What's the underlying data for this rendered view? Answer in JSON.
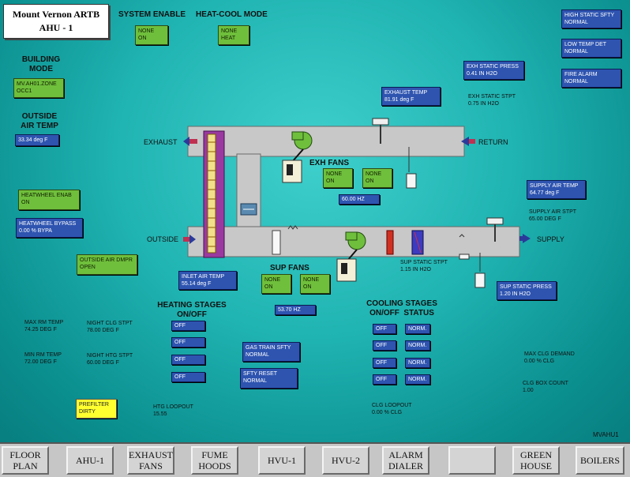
{
  "title": {
    "line1": "Mount Vernon ARTB",
    "line2": "AHU - 1"
  },
  "system_enable": {
    "label": "SYSTEM ENABLE",
    "line1": "NONE",
    "line2": "ON"
  },
  "heat_cool": {
    "label": "HEAT-COOL MODE",
    "line1": "NONE",
    "line2": "HEAT"
  },
  "building_mode": {
    "label1": "BUILDING",
    "label2": "MODE",
    "line1": "MV.AH01.ZONE",
    "line2": "OCC1"
  },
  "outside_air": {
    "label1": "OUTSIDE",
    "label2": "AIR TEMP",
    "value": "33.34 deg F"
  },
  "heatwheel_enab": {
    "line1": "HEATWHEEL ENAB",
    "line2": "ON"
  },
  "heatwheel_bypass": {
    "line1": "HEATWHEEL BYPASS",
    "line2": "0.00 % BYPA"
  },
  "oa_dmpr": {
    "line1": "OUTSIDE AIR DMPR",
    "line2": "OPEN"
  },
  "alarms": {
    "high_static": {
      "line1": "HIGH STATIC SFTY",
      "line2": "NORMAL"
    },
    "low_temp": {
      "line1": "LOW TEMP DET",
      "line2": "NORMAL"
    },
    "fire_alarm": {
      "line1": "FIRE ALARM",
      "line2": "NORMAL"
    }
  },
  "exh_static": {
    "line1": "EXH STATIC PRESS",
    "line2": "0.41 IN H2O",
    "stpt_label": "EXH STATIC STPT",
    "stpt_value": "0.75 IN H2O"
  },
  "exhaust_temp": {
    "line1": "EXHAUST TEMP",
    "line2": "81.91 deg F"
  },
  "duct_labels": {
    "exhaust": "EXHAUST",
    "return": "RETURN",
    "outside": "OUTSIDE",
    "supply": "SUPPLY"
  },
  "exh_fans": {
    "label": "EXH FANS",
    "a1": "NONE",
    "a2": "ON",
    "b1": "NONE",
    "b2": "ON",
    "hz": "60.00 HZ"
  },
  "supply_air": {
    "line1": "SUPPLY AIR TEMP",
    "line2": "64.77 deg F",
    "stpt_label": "SUPPLY AIR STPT",
    "stpt_value": "65.00 DEG F"
  },
  "inlet_air": {
    "line1": "INLET AIR TEMP",
    "line2": "55.14 deg F"
  },
  "sup_fans": {
    "label": "SUP FANS",
    "a1": "NONE",
    "a2": "ON",
    "b1": "NONE",
    "b2": "ON",
    "hz": "53.70 HZ"
  },
  "sup_static": {
    "stpt_label": "SUP STATIC STPT",
    "stpt_value": "1.15 IN H2O",
    "line1": "SUP STATIC PRESS",
    "line2": "1.20 IN H2O"
  },
  "heating": {
    "label1": "HEATING STAGES",
    "label2": "ON/OFF",
    "stages": [
      "OFF",
      "OFF",
      "OFF",
      "OFF"
    ]
  },
  "cooling": {
    "label1": "COOLING STAGES",
    "label2": "ON/OFF  STATUS",
    "onoff": [
      "OFF",
      "OFF",
      "OFF",
      "OFF"
    ],
    "status": [
      "NORM.",
      "NORM.",
      "NORM.",
      "NORM."
    ]
  },
  "gas_train": {
    "line1": "GAS TRAIN SFTY",
    "line2": "NORMAL"
  },
  "sfty_reset": {
    "line1": "SFTY RESET",
    "line2": "NORMAL"
  },
  "max_rm": {
    "label": "MAX RM TEMP",
    "value": "74.25 DEG F"
  },
  "min_rm": {
    "label": "MIN RM TEMP",
    "value": "72.00 DEG F"
  },
  "night_clg": {
    "label": "NIGHT CLG STPT",
    "value": "78.00 DEG F"
  },
  "night_htg": {
    "label": "NIGHT HTG STPT",
    "value": "60.00 DEG F"
  },
  "prefilter": {
    "line1": "PREFILTER",
    "line2": "DIRTY"
  },
  "htg_loopout": {
    "label": "HTG LOOPOUT",
    "value": "15.55"
  },
  "clg_loopout": {
    "label": "CLG LOOPOUT",
    "value": "0.00 % CLG"
  },
  "max_clg": {
    "label": "MAX CLG DEMAND",
    "value": "0.00 % CLG"
  },
  "clg_box": {
    "label": "CLG BOX COUNT",
    "value": "1.00"
  },
  "station": "MVAHU1",
  "colors": {
    "panel": "#1fb3b1",
    "green_box": "#6fbf3c",
    "blue_box": "#2e54b0",
    "duct": "#c8c8c8",
    "heatwheel": "#9a3aa0",
    "arrow": "#2b3a9a"
  },
  "nav": [
    {
      "l1": "FLOOR",
      "l2": "PLAN"
    },
    {
      "l1": "AHU-1",
      "l2": ""
    },
    {
      "l1": "EXHAUST",
      "l2": "FANS"
    },
    {
      "l1": "FUME",
      "l2": "HOODS"
    },
    {
      "l1": "HVU-1",
      "l2": ""
    },
    {
      "l1": "HVU-2",
      "l2": ""
    },
    {
      "l1": "ALARM",
      "l2": "DIALER"
    },
    {
      "l1": "",
      "l2": ""
    },
    {
      "l1": "GREEN",
      "l2": "HOUSE"
    },
    {
      "l1": "BOILERS",
      "l2": ""
    }
  ]
}
